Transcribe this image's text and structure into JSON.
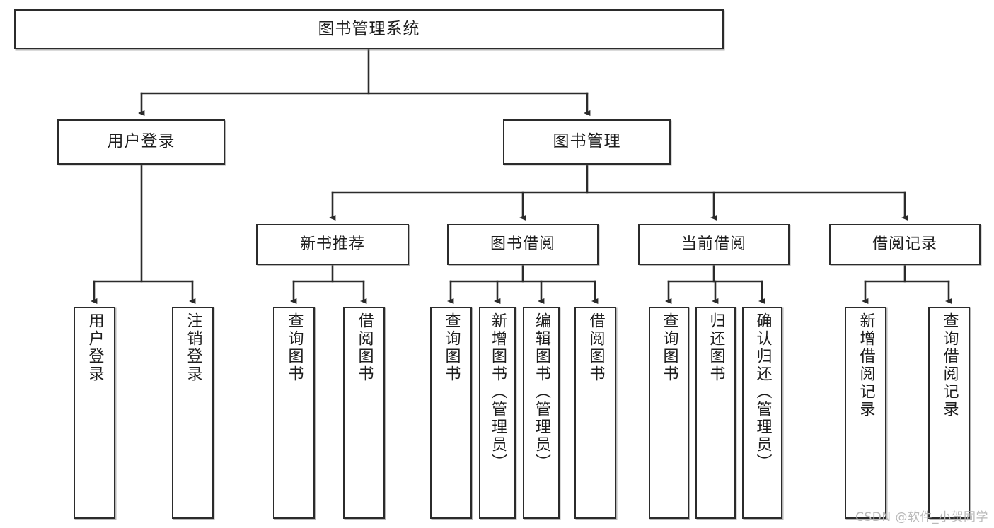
{
  "diagram": {
    "title": "图书管理系统",
    "type": "tree-hierarchy",
    "colors": {
      "box_border": "#2b2b2b",
      "box_fill": "#ffffff",
      "connector": "#2b2b2b",
      "text": "#1d1d1d",
      "watermark": "#b9b9b9"
    },
    "root": {
      "label": "图书管理系统"
    },
    "tier2": [
      {
        "label": "用户登录"
      },
      {
        "label": "图书管理"
      }
    ],
    "tier3": [
      {
        "label": "新书推荐"
      },
      {
        "label": "图书借阅"
      },
      {
        "label": "当前借阅"
      },
      {
        "label": "借阅记录"
      }
    ],
    "leaves": [
      {
        "label": "用户登录",
        "parent": "用户登录"
      },
      {
        "label": "注销登录",
        "parent": "用户登录"
      },
      {
        "label": "查询图书",
        "parent": "新书推荐"
      },
      {
        "label": "借阅图书",
        "parent": "新书推荐"
      },
      {
        "label": "查询图书",
        "parent": "图书借阅"
      },
      {
        "label": "新增图书（管理员）",
        "parent": "图书借阅"
      },
      {
        "label": "编辑图书（管理员）",
        "parent": "图书借阅"
      },
      {
        "label": "借阅图书",
        "parent": "图书借阅"
      },
      {
        "label": "查询图书",
        "parent": "当前借阅"
      },
      {
        "label": "归还图书",
        "parent": "当前借阅"
      },
      {
        "label": "确认归还（管理员）",
        "parent": "当前借阅"
      },
      {
        "label": "新增借阅记录",
        "parent": "借阅记录"
      },
      {
        "label": "查询借阅记录",
        "parent": "借阅记录"
      }
    ]
  },
  "watermark": {
    "text": "CSDN @软件_小贺同学"
  }
}
